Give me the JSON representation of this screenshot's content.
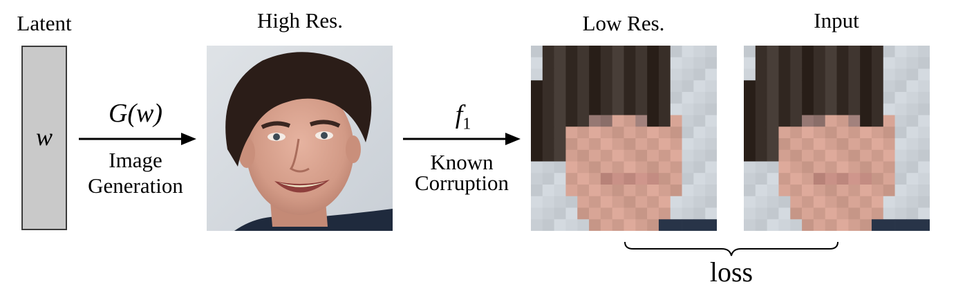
{
  "labels": {
    "latent": "Latent",
    "high_res": "High Res.",
    "low_res": "Low Res.",
    "input": "Input",
    "latent_var": "w",
    "generator": "G(w)",
    "generator_caption_1": "Image",
    "generator_caption_2": "Generation",
    "corruption_fn": "f",
    "corruption_fn_sub": "1",
    "corruption_caption_1": "Known",
    "corruption_caption_2": "Corruption",
    "loss": "loss"
  },
  "colors": {
    "latent_fill": "#c9c9c9",
    "background": "#d6dbe0",
    "hair": "#2b1d18",
    "skin": "#d9a28e",
    "shirt": "#1f2a3d"
  },
  "icons": {
    "arrow_generation": "right-arrow-icon",
    "arrow_corruption": "right-arrow-icon",
    "brace": "underbrace-icon"
  }
}
